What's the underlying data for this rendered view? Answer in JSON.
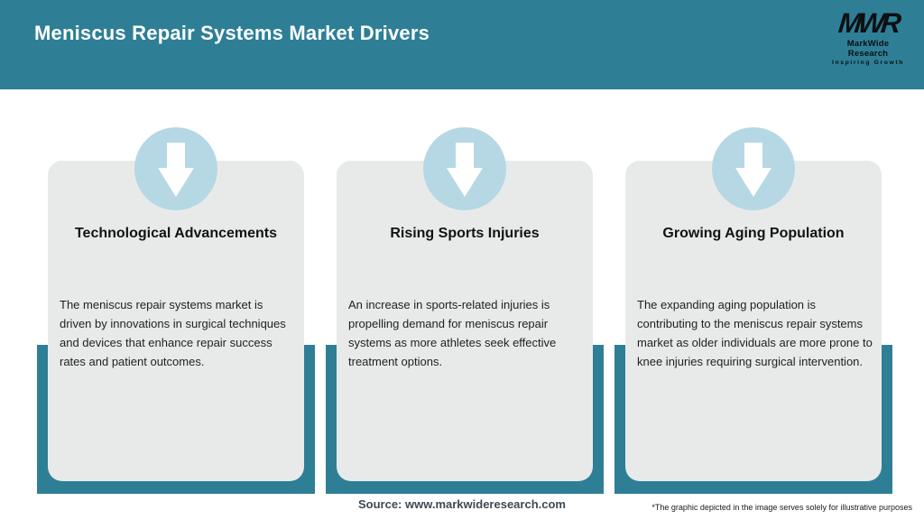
{
  "header": {
    "title": "Meniscus Repair Systems Market Drivers",
    "logo": {
      "monogram": "MWR",
      "name": "MarkWide Research",
      "tagline": "Inspiring Growth"
    }
  },
  "cards": [
    {
      "title": "Technological Advancements",
      "description": "The meniscus repair systems market is driven by innovations in surgical techniques and devices that enhance repair success rates and patient outcomes."
    },
    {
      "title": "Rising Sports Injuries",
      "description": "An increase in sports-related injuries is propelling demand for meniscus repair systems as more athletes seek effective treatment options."
    },
    {
      "title": "Growing Aging Population",
      "description": "The expanding aging population is contributing to the meniscus repair systems market as older individuals are more prone to knee injuries requiring surgical intervention."
    }
  ],
  "footer": {
    "source": "Source: www.markwideresearch.com",
    "disclaimer": "*The graphic depicted in the image serves solely for illustrative purposes"
  },
  "icons": [
    {
      "name": "down-arrow-icon",
      "shape": "white down arrow in light blue circle"
    }
  ],
  "colors": {
    "header_teal": "#2e7f96",
    "backing_teal": "#2e7f96",
    "card_gray": "#e8eaea",
    "circle_blue": "#b6d8e5",
    "title_black": "#121212",
    "body_black": "#1f1f1f",
    "source_slate": "#3d4a55"
  }
}
